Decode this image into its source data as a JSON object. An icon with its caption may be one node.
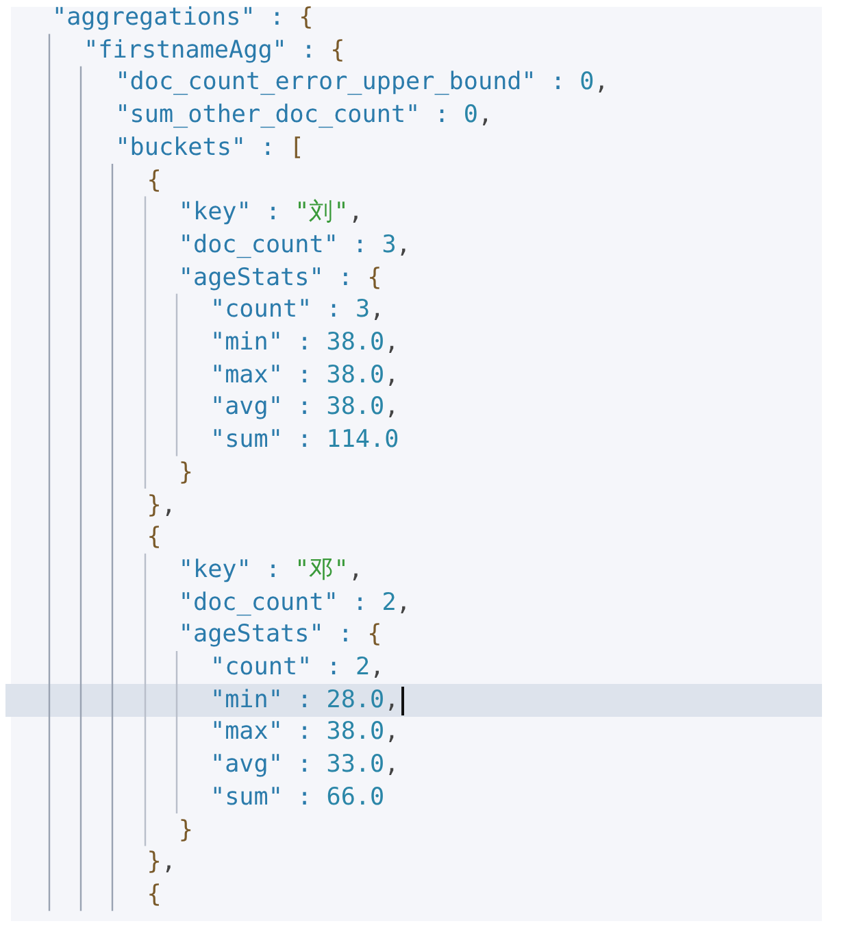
{
  "diagram": {
    "labels": [
      "\"aggregations\" : {",
      "\"firstnameAgg\" : {",
      "\"doc_count_error_upper_bound\" : 0,",
      "\"sum_other_doc_count\" : 0,",
      "\"buckets\" : [",
      "{",
      "\"key\" : \"刘\",",
      "\"doc_count\" : 3,",
      "\"ageStats\" : {",
      "\"count\" : 3,",
      "\"min\" : 38.0,",
      "\"max\" : 38.0,",
      "\"avg\" : 38.0,",
      "\"sum\" : 114.0",
      "}",
      "},",
      "{",
      "\"key\" : \"邓\",",
      "\"doc_count\" : 2,",
      "\"ageStats\" : {",
      "\"count\" : 2,",
      "\"min\" : 28.0,",
      "\"max\" : 38.0,",
      "\"avg\" : 33.0,",
      "\"sum\" : 66.0",
      "}",
      "},",
      "{"
    ]
  }
}
